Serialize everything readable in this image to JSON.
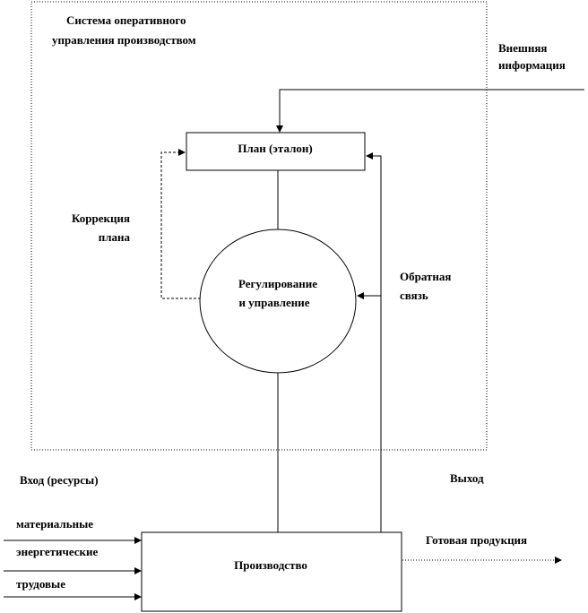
{
  "system": {
    "line1": "Система оперативного",
    "line2": "управления производством"
  },
  "external_info": {
    "line1": "Внешняя",
    "line2": "информация"
  },
  "plan": {
    "label": "План (эталон)"
  },
  "correction": {
    "line1": "Коррекция",
    "line2": "плана"
  },
  "regulation": {
    "line1": "Регулирование",
    "line2": "и управление"
  },
  "feedback": {
    "line1": "Обратная",
    "line2": "связь"
  },
  "input": {
    "label": "Вход (ресурсы)"
  },
  "output": {
    "label": "Выход"
  },
  "resources": [
    {
      "label": "материальные"
    },
    {
      "label": "энергетические"
    },
    {
      "label": "трудовые"
    }
  ],
  "production": {
    "label": "Производство"
  },
  "product": {
    "label": "Готовая продукция"
  }
}
